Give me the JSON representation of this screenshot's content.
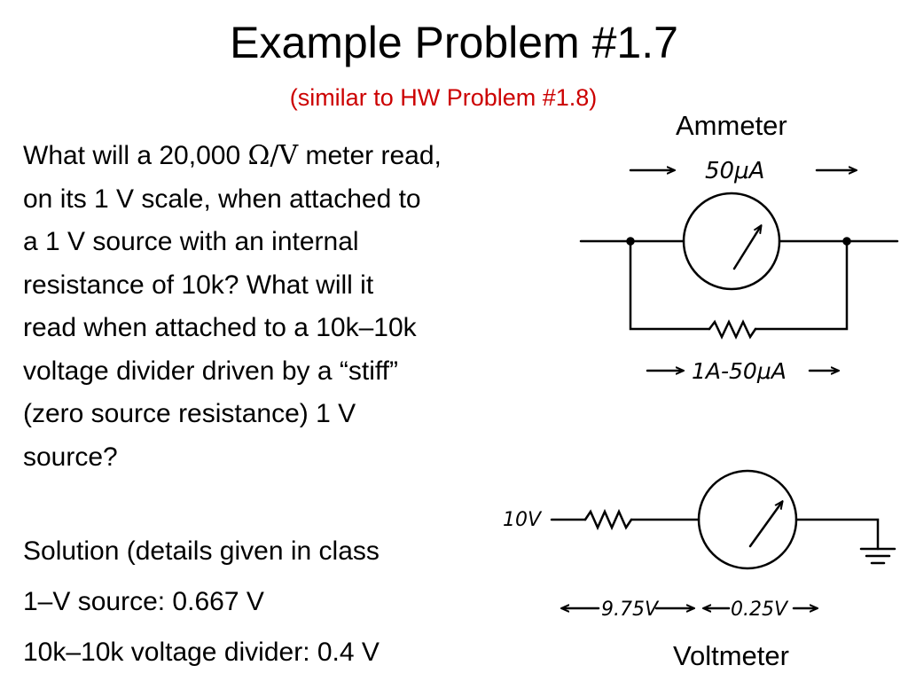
{
  "slide": {
    "title": "Example Problem #1.7",
    "subtitle": "(similar to HW Problem #1.8)",
    "question": {
      "line1_pre": "What will a 20,000 ",
      "line1_omega": "Ω/V",
      "line1_post": " meter read,",
      "line2": "on its 1 V scale, when attached to",
      "line3": "a 1 V source with an internal",
      "line4": "resistance of 10k?  What will it",
      "line5": "read when attached to a 10k–10k",
      "line6": "voltage divider driven by a “stiff”",
      "line7": "(zero source resistance) 1 V",
      "line8": "source?"
    },
    "solution": {
      "heading": "Solution (details given in class",
      "item1": "1–V source: 0.667 V",
      "item2": "10k–10k voltage divider: 0.4 V"
    }
  },
  "ammeter_diagram": {
    "label": "Ammeter",
    "top_current": "50μA",
    "bottom_current": "1A-50μA"
  },
  "voltmeter_diagram": {
    "label": "Voltmeter",
    "source": "10V",
    "left_drop": "9.75V",
    "right_drop": "0.25V"
  },
  "colors": {
    "subtitle": "#cc0000",
    "text": "#000000",
    "background": "#ffffff"
  }
}
